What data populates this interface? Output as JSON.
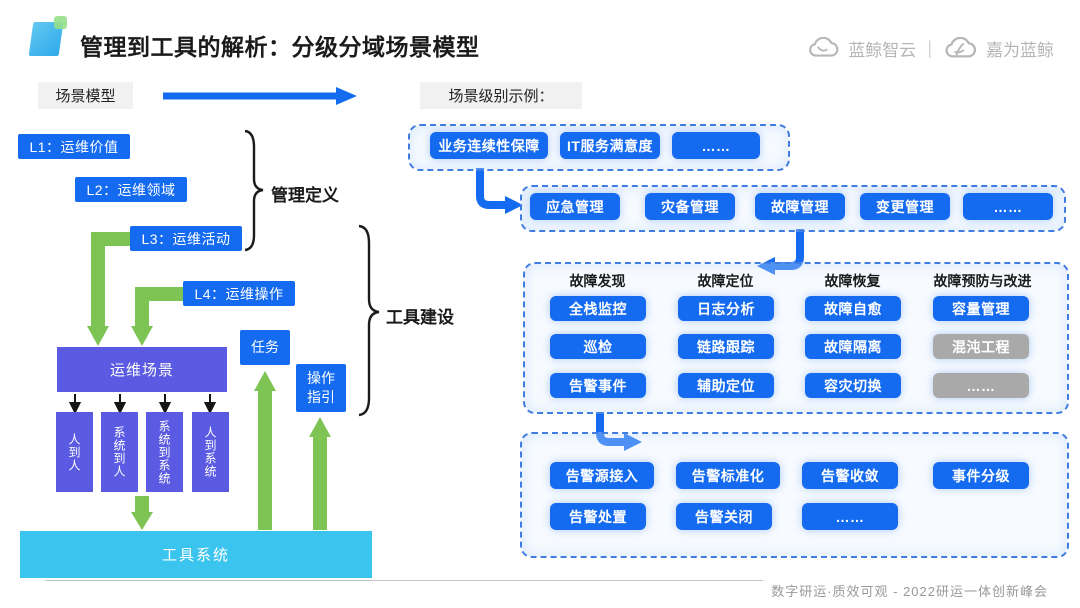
{
  "header": {
    "title": "管理到工具的解析：分级分域场景模型",
    "brand_left": "蓝鲸智云",
    "brand_right": "嘉为蓝鲸"
  },
  "labels": {
    "scene_model": "场景模型",
    "scene_example": "场景级别示例：",
    "brace_management": "管理定义",
    "brace_tool": "工具建设"
  },
  "left": {
    "levels": [
      "L1：运维价值",
      "L2：运维领域",
      "L3：运维活动",
      "L4：运维操作"
    ],
    "scene_box": "运维场景",
    "modes": [
      "人到人",
      "系统到人",
      "系统到系统",
      "人到系统"
    ],
    "task": "任务",
    "guide": "操作指引",
    "tool_system": "工具系统"
  },
  "right": {
    "l1": [
      "业务连续性保障",
      "IT服务满意度",
      "……"
    ],
    "l2": [
      "应急管理",
      "灾备管理",
      "故障管理",
      "变更管理",
      "……"
    ],
    "l3_headers": [
      "故障发现",
      "故障定位",
      "故障恢复",
      "故障预防与改进"
    ],
    "l3_col1": [
      "全栈监控",
      "巡检",
      "告警事件"
    ],
    "l3_col2": [
      "日志分析",
      "链路跟踪",
      "辅助定位"
    ],
    "l3_col3": [
      "故障自愈",
      "故障隔离",
      "容灾切换"
    ],
    "l3_col4": [
      "容量管理",
      "混沌工程",
      "……"
    ],
    "l4_row1": [
      "告警源接入",
      "告警标准化",
      "告警收敛",
      "事件分级"
    ],
    "l4_row2": [
      "告警处置",
      "告警关闭",
      "……"
    ]
  },
  "footer": {
    "text": "数字研运·质效可观 - 2022研运一体创新峰会"
  },
  "colors": {
    "accent_blue": "#156bf0",
    "purple": "#5a5ae2",
    "cyan": "#3ac4ee",
    "green": "#7ec455",
    "gray_button": "#a9a9a9",
    "dash_border": "#3f7de0"
  }
}
